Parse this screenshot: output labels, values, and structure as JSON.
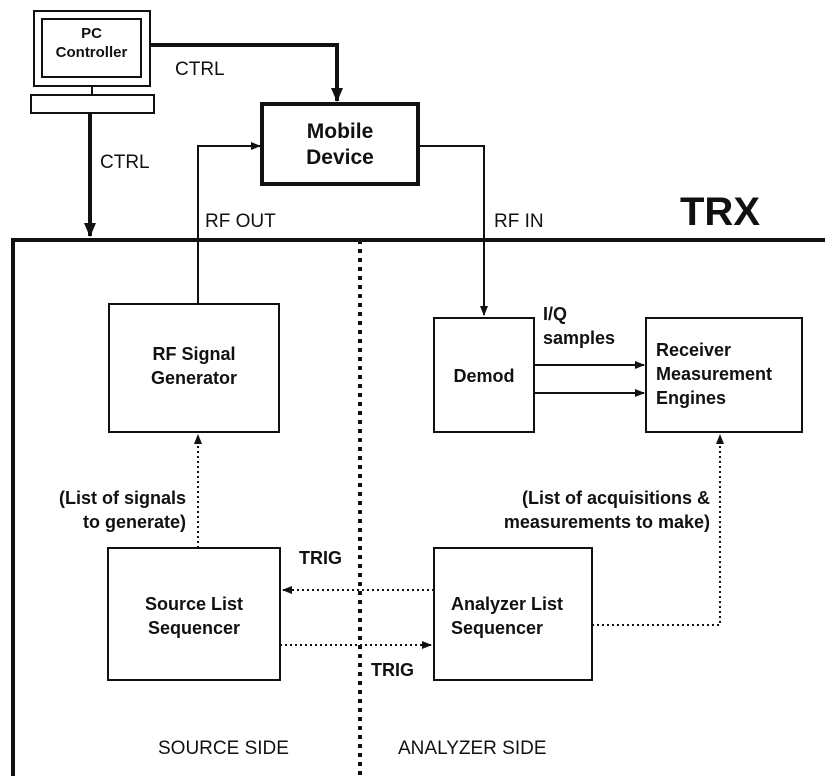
{
  "diagram": {
    "pc_controller": {
      "line1": "PC",
      "line2": "Controller"
    },
    "ctrl_top": "CTRL",
    "ctrl_left": "CTRL",
    "mobile_device": {
      "line1": "Mobile",
      "line2": "Device"
    },
    "rf_out": "RF OUT",
    "rf_in": "RF IN",
    "trx": "TRX",
    "rf_signal_generator": {
      "line1": "RF Signal",
      "line2": "Generator"
    },
    "demod": "Demod",
    "iq_samples": {
      "line1": "I/Q",
      "line2": "samples"
    },
    "receiver_engines": {
      "line1": "Receiver",
      "line2": "Measurement",
      "line3": "Engines"
    },
    "list_of_signals": {
      "line1": "(List of signals",
      "line2": "to generate)"
    },
    "list_of_acquisitions": {
      "line1": "(List of acquisitions &",
      "line2": "measurements to make)"
    },
    "trig_top": "TRIG",
    "trig_bottom": "TRIG",
    "source_list_sequencer": {
      "line1": "Source List",
      "line2": "Sequencer"
    },
    "analyzer_list_sequencer": {
      "line1": "Analyzer List",
      "line2": "Sequencer"
    },
    "source_side": "SOURCE SIDE",
    "analyzer_side": "ANALYZER SIDE"
  }
}
